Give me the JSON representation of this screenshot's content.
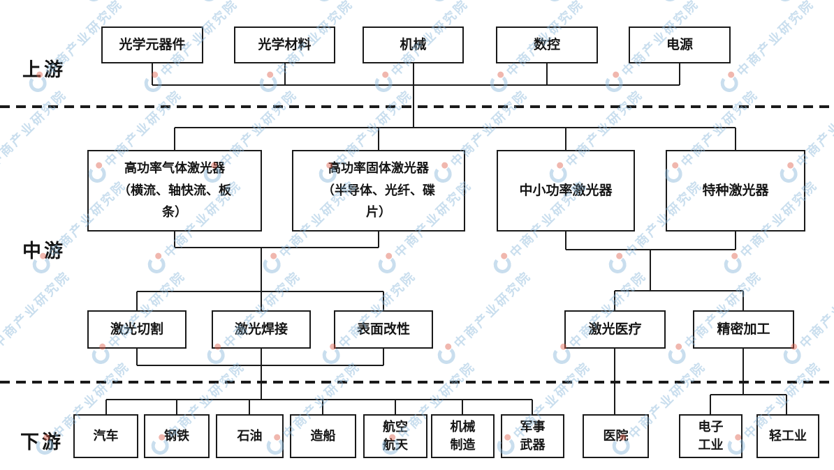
{
  "watermark": {
    "text": "中商产业研究院"
  },
  "colors": {
    "line": "#1a1a1a",
    "box-border": "#1a1a1a",
    "box-bg": "#ffffff",
    "text": "#141414",
    "wm-blue": "#8ab8da",
    "wm-red": "#e0614d"
  },
  "tiers": {
    "upstream": {
      "label": "上游",
      "nodes": [
        "光学元器件",
        "光学材料",
        "机械",
        "数控",
        "电源"
      ]
    },
    "midstream": {
      "label": "中游",
      "lasers": [
        "高功率气体激光器\n（横流、轴快流、板\n条）",
        "高功率固体激光器\n（半导体、光纤、碟\n片）",
        "中小功率激光器",
        "特种激光器"
      ],
      "applications": [
        "激光切割",
        "激光焊接",
        "表面改性",
        "激光医疗",
        "精密加工"
      ]
    },
    "downstream": {
      "label": "下游",
      "nodes": [
        "汽车",
        "钢铁",
        "石油",
        "造船",
        "航空\n航天",
        "机械\n制造",
        "军事\n武器",
        "医院",
        "电子\n工业",
        "轻工业"
      ]
    }
  }
}
